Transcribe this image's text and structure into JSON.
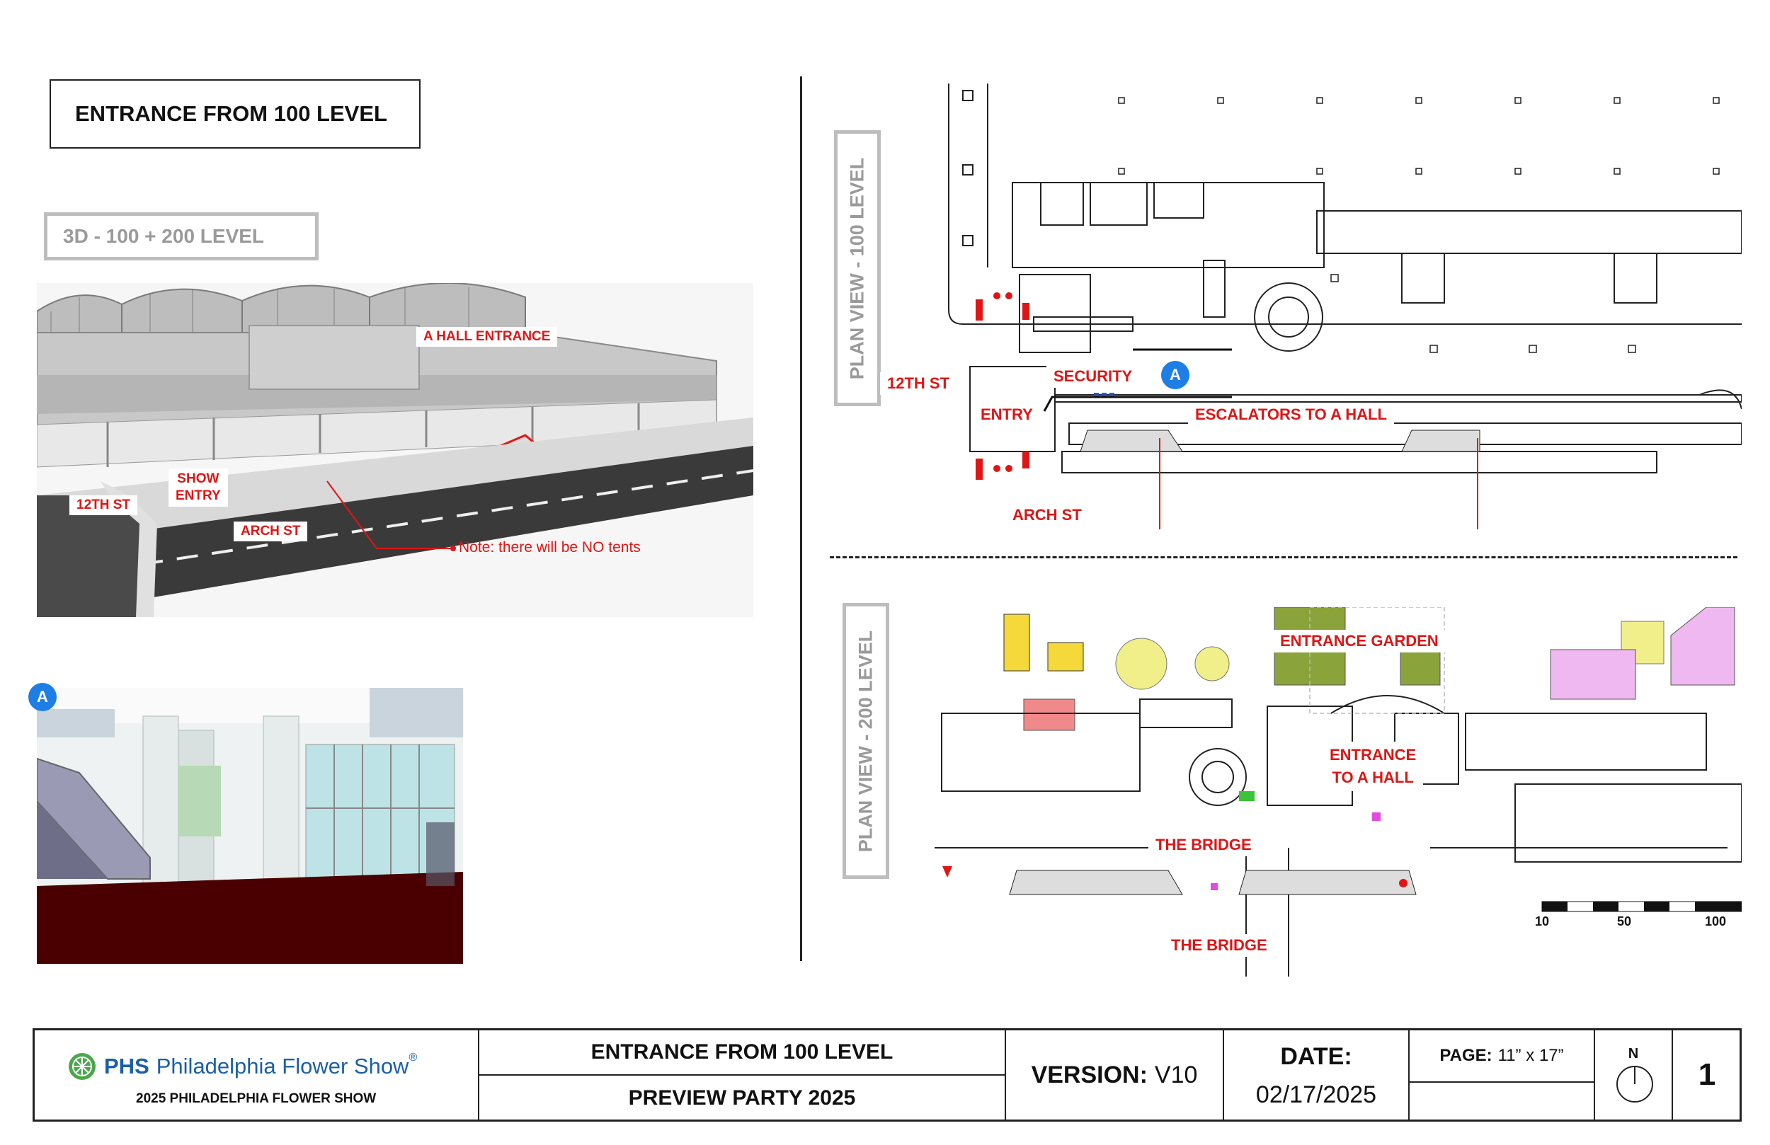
{
  "header": {
    "title": "ENTRANCE FROM 100 LEVEL"
  },
  "panel_3d": {
    "label": "3D - 100 + 200 LEVEL",
    "callouts": {
      "a_hall_entrance": "A HALL ENTRANCE",
      "show_entry_1": "SHOW",
      "show_entry_2": "ENTRY",
      "twelfth_st": "12TH ST",
      "arch_st": "ARCH ST",
      "note": "Note: there will be NO tents"
    }
  },
  "view_a": {
    "badge": "A"
  },
  "plan_100": {
    "label": "PLAN VIEW - 100 LEVEL",
    "callouts": {
      "twelfth_st": "12TH ST",
      "security": "SECURITY",
      "entry": "ENTRY",
      "escalators": "ESCALATORS TO A HALL",
      "arch_st": "ARCH ST",
      "badge": "A"
    }
  },
  "plan_200": {
    "label": "PLAN VIEW - 200 LEVEL",
    "callouts": {
      "entrance_garden": "ENTRANCE GARDEN",
      "entrance_a_hall_1": "ENTRANCE",
      "entrance_a_hall_2": "TO A HALL",
      "bridge_1": "THE BRIDGE",
      "bridge_2": "THE BRIDGE"
    },
    "scale": [
      "10",
      "50",
      "100"
    ]
  },
  "footer": {
    "brand_prefix": "PHS",
    "brand_name": "Philadelphia Flower Show",
    "brand_mark": "®",
    "brand_sub": "2025 PHILADELPHIA FLOWER SHOW",
    "title_1": "ENTRANCE FROM 100 LEVEL",
    "title_2": "PREVIEW PARTY 2025",
    "version_label": "VERSION:",
    "version_value": "V10",
    "date_label": "DATE:",
    "date_value": "02/17/2025",
    "page_label": "PAGE:",
    "page_value": "11” x 17”",
    "north": "N",
    "sheet": "1"
  },
  "colors": {
    "callout_red": "#e01515",
    "badge_blue": "#1e7ee6",
    "brand_blue": "#1b5fa8",
    "brand_green": "#4aa74a",
    "carpet": "#4a0000"
  }
}
